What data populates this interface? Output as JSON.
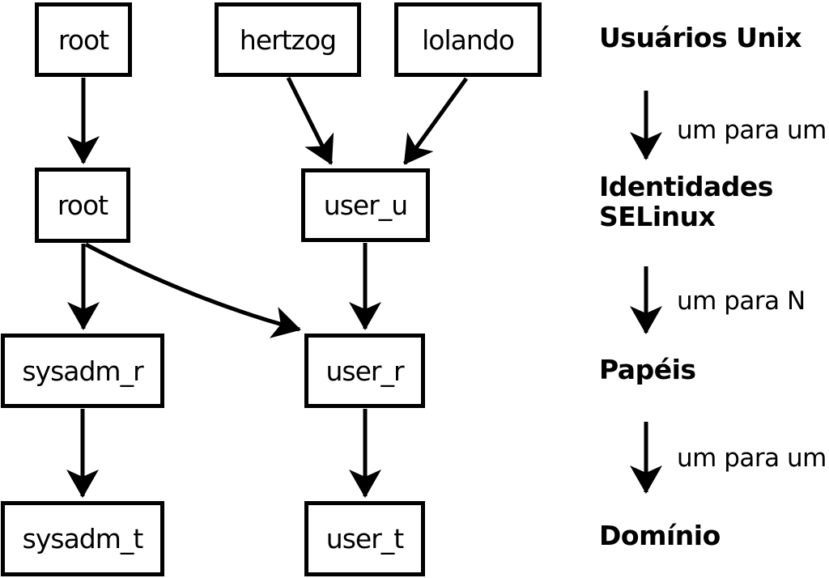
{
  "diagram": {
    "unix_users": [
      {
        "label": "root"
      },
      {
        "label": "hertzog"
      },
      {
        "label": "lolando"
      }
    ],
    "selinux_identities": [
      {
        "label": "root"
      },
      {
        "label": "user_u"
      }
    ],
    "roles": [
      {
        "label": "sysadm_r"
      },
      {
        "label": "user_r"
      }
    ],
    "domains": [
      {
        "label": "sysadm_t"
      },
      {
        "label": "user_t"
      }
    ]
  },
  "legend": {
    "title_unix_users": "Usuários Unix",
    "rel_unix_to_identity": "um para um",
    "title_identities_line1": "Identidades",
    "title_identities_line2": "SELinux",
    "rel_identity_to_role": "um para N",
    "title_roles": "Papéis",
    "rel_role_to_domain": "um para um",
    "title_domain": "Domínio"
  },
  "colors": {
    "line": "#000000",
    "background": "#ffffff",
    "text": "#000000"
  }
}
